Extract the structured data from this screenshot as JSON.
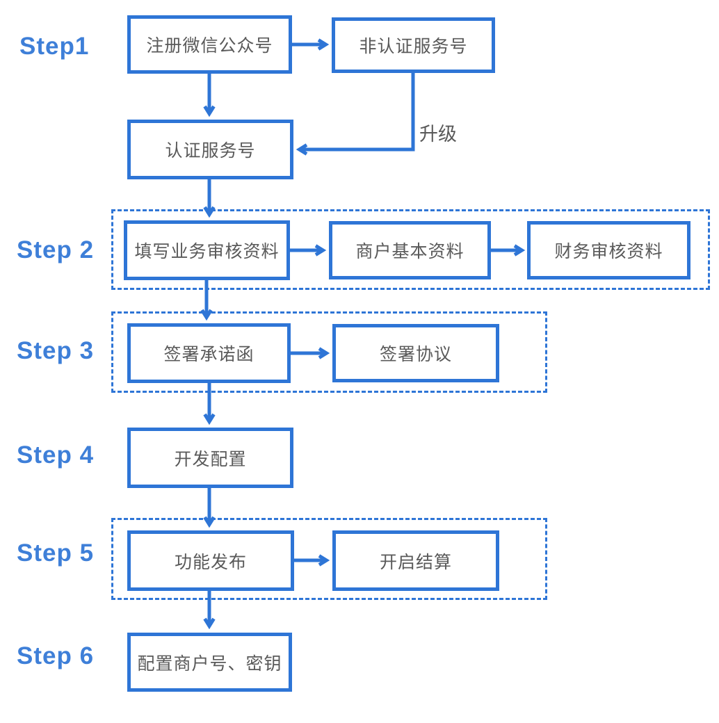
{
  "flow": {
    "steps": [
      {
        "label": "Step1"
      },
      {
        "label": "Step 2"
      },
      {
        "label": "Step 3"
      },
      {
        "label": "Step 4"
      },
      {
        "label": "Step 5"
      },
      {
        "label": "Step 6"
      }
    ],
    "nodes": {
      "register": {
        "label": "注册微信公众号"
      },
      "unverified": {
        "label": "非认证服务号"
      },
      "verified": {
        "label": "认证服务号"
      },
      "business_audit": {
        "label": "填写业务审核资料"
      },
      "merchant_basic": {
        "label": "商户基本资料"
      },
      "finance_audit": {
        "label": "财务审核资料"
      },
      "commitment": {
        "label": "签署承诺函"
      },
      "agreement": {
        "label": "签署协议"
      },
      "dev_config": {
        "label": "开发配置"
      },
      "feature_release": {
        "label": "功能发布"
      },
      "settlement": {
        "label": "开启结算"
      },
      "merchant_key": {
        "label": "配置商户号、密钥"
      }
    },
    "edge_labels": {
      "upgrade": "升级"
    },
    "colors": {
      "accent": "#2E75D6",
      "step_label": "#3E7FD8",
      "node_text": "#595959"
    }
  }
}
